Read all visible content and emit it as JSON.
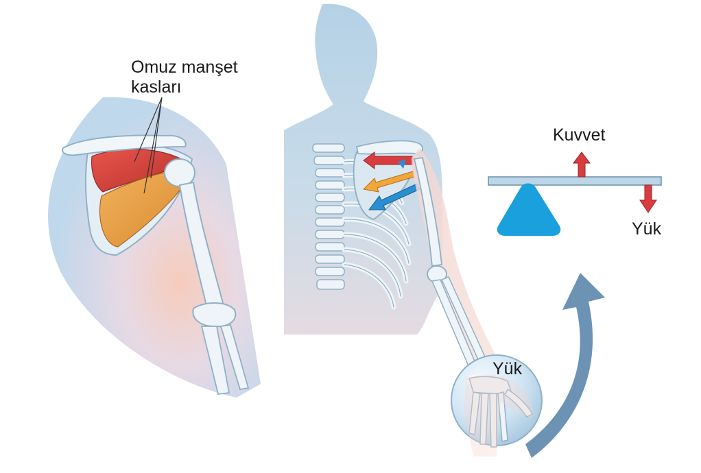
{
  "labels": {
    "rotator_cuff_line1": "Omuz manşet",
    "rotator_cuff_line2": "kasları",
    "lever_force": "Kuvvet",
    "lever_load": "Yük",
    "ball_load": "Yük"
  },
  "colors": {
    "background": "#ffffff",
    "body_silhouette": "#b9d4e6",
    "shoulder_backdrop": "#cde0ee",
    "bone": "#eef4f8",
    "bone_outline": "#8fb0c6",
    "muscle_red": "#d9443e",
    "muscle_orange": "#e9a24a",
    "arrow_red": "#d93c3f",
    "arrow_orange": "#f0a63a",
    "arrow_blue": "#2a8fd0",
    "fulcrum": "#1aa0dc",
    "lever_beam": "#bcd6e8",
    "rotation_arrow": "#6c93b4",
    "ball": "#d6e9f6"
  },
  "icons": [
    "rotator-cuff-muscles",
    "shoulder-skeleton",
    "rib-cage",
    "arm-bones",
    "hand-bones",
    "lever-fulcrum",
    "force-arrow",
    "load-arrow",
    "rotation-arrow",
    "load-ball"
  ]
}
